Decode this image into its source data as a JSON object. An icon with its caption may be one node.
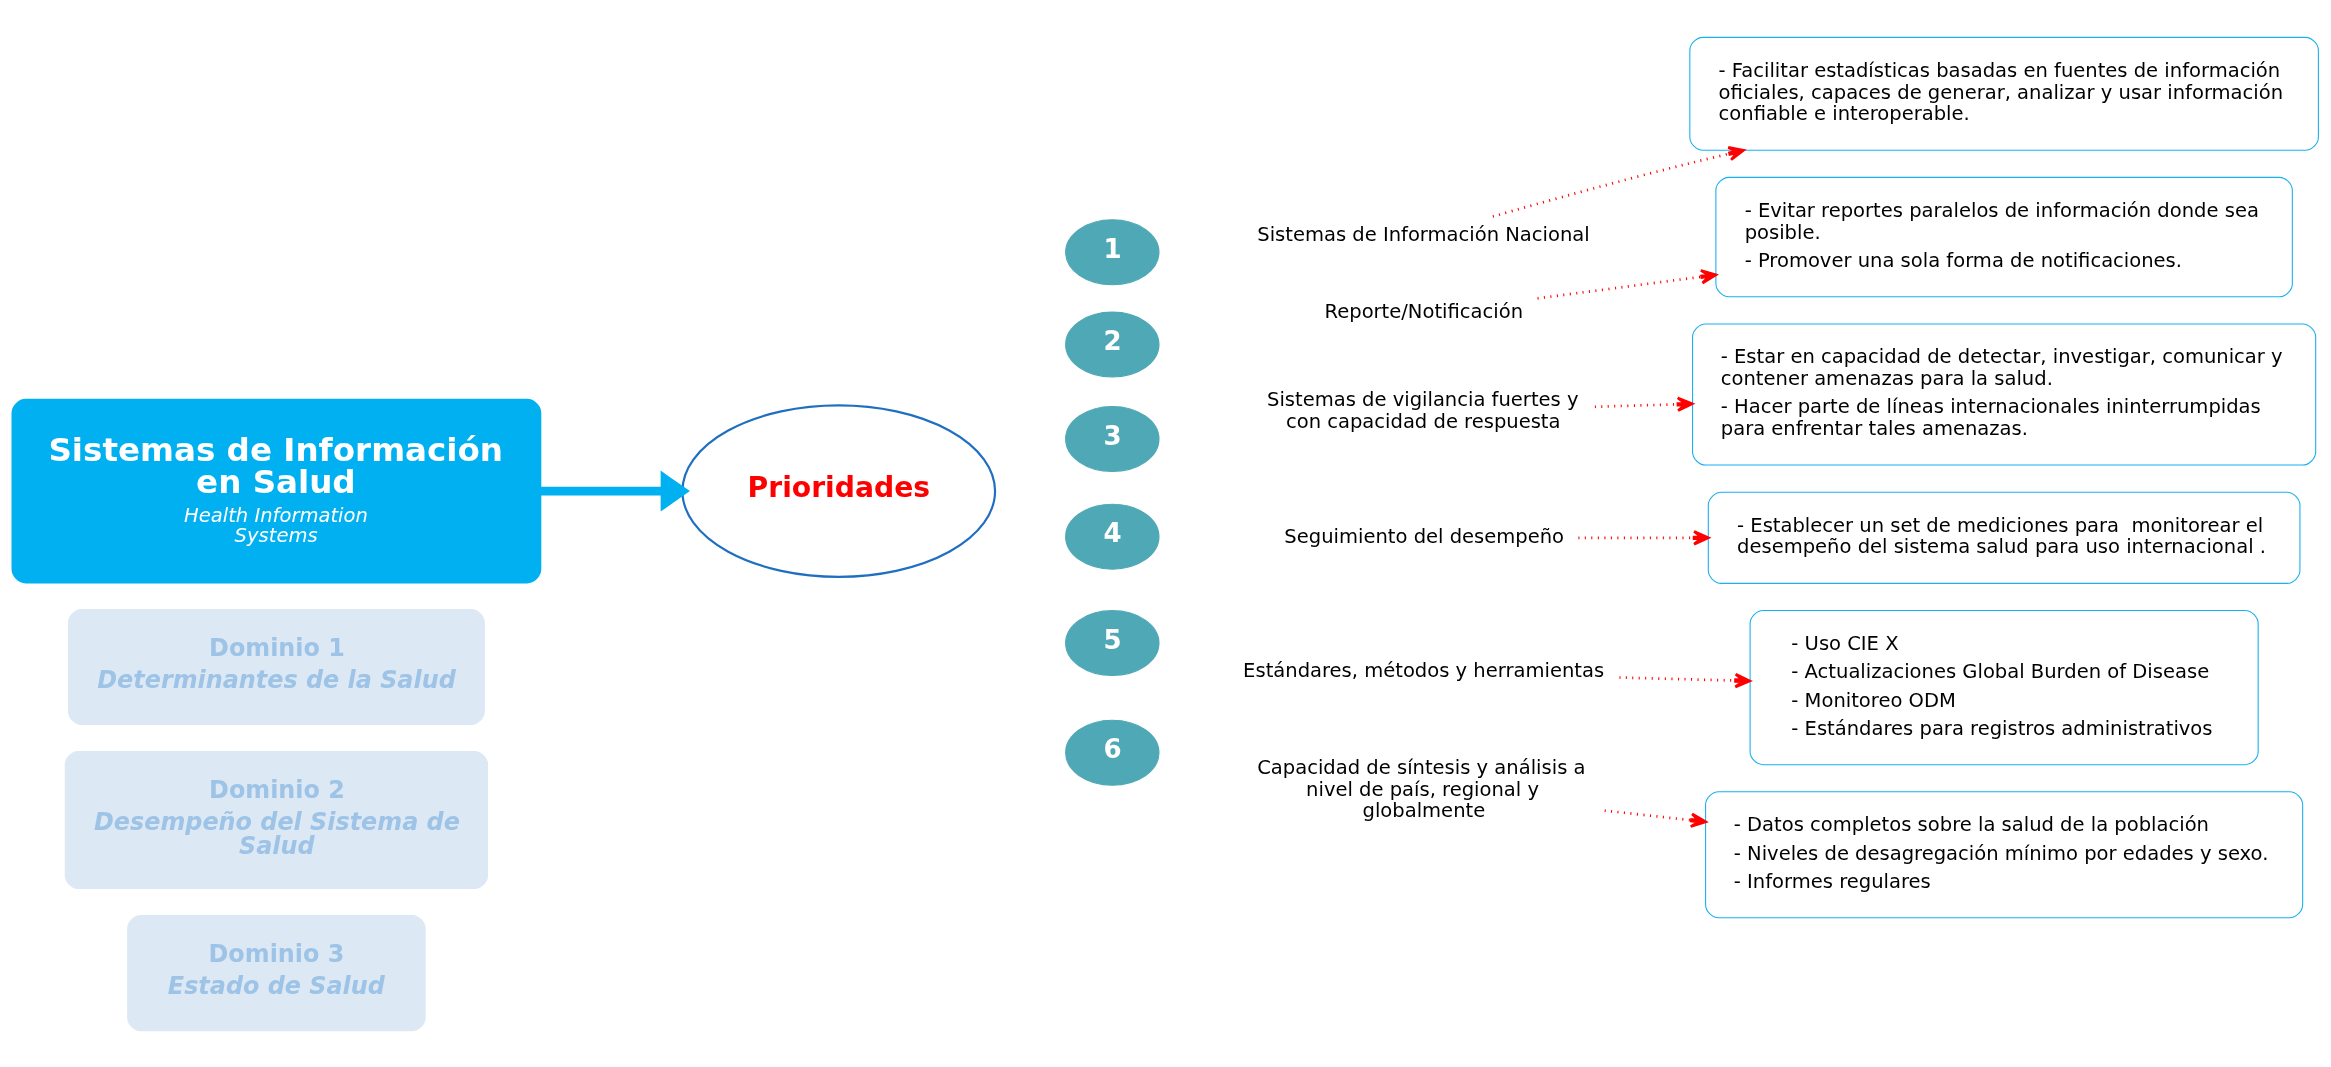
{
  "diagram": {
    "nodes": [
      {
        "text": [
          "Sistemas de Información en Salud",
          "Health Information Systems"
        ]
      },
      {
        "text": [
          "Dominio 1",
          "Determinantes de la Salud"
        ]
      },
      {
        "text": [
          "Dominio 2",
          "Desempeño del Sistema de Salud"
        ]
      },
      {
        "text": [
          "Dominio 3",
          "Estado de Salud"
        ]
      },
      {
        "text": [
          "Prioridades"
        ]
      },
      {
        "text": [
          "1"
        ]
      },
      {
        "text": [
          "2"
        ]
      },
      {
        "text": [
          "3"
        ]
      },
      {
        "text": [
          "4"
        ]
      },
      {
        "text": [
          "5"
        ]
      },
      {
        "text": [
          "6"
        ]
      },
      {
        "text": [
          "Sistemas de Información Nacional"
        ]
      },
      {
        "text": [
          "Reporte/Notificación"
        ]
      },
      {
        "text": [
          "Sistemas de vigilancia fuertes y con capacidad de respuesta"
        ]
      },
      {
        "text": [
          "Seguimiento del desempeño"
        ]
      },
      {
        "text": [
          "Estándares, métodos y herramientas"
        ]
      },
      {
        "text": [
          "Capacidad de síntesis y análisis a nivel de país, regional y globalmente"
        ]
      },
      {
        "text": [
          "- Facilitar estadísticas basadas en fuentes de información oficiales, capaces de generar, analizar y usar información confiable e interoperable."
        ]
      },
      {
        "text": [
          "- Evitar reportes paralelos de información donde sea posible.",
          "- Promover una sola forma de notificaciones."
        ]
      },
      {
        "text": [
          "- Estar en capacidad de detectar, investigar, comunicar y contener amenazas para la salud.",
          "- Hacer parte de líneas internacionales ininterrumpidas para enfrentar tales amenazas."
        ]
      },
      {
        "text": [
          "- Establecer un set de mediciones para  monitorear el desempeño del sistema salud para uso internacional ."
        ]
      },
      {
        "text": [
          "- Uso CIE X",
          "- Actualizaciones Global Burden of Disease",
          "- Monitoreo ODM",
          "- Estándares para registros administrativos"
        ]
      },
      {
        "text": [
          "- Datos completos sobre la salud de la población",
          "- Niveles de desagregación mínimo por edades y sexo.",
          "- Informes regulares"
        ]
      }
    ],
    "edges": [
      {
        "from": 0,
        "to": 4,
        "arrow": "to",
        "style": "thick",
        "color": "#00b0f0"
      },
      {
        "from": 11,
        "to": 17,
        "arrow": "to",
        "style": "dashed"
      },
      {
        "from": 12,
        "to": 18,
        "arrow": "to",
        "style": "dashed"
      },
      {
        "from": 13,
        "to": 19,
        "arrow": "to",
        "style": "dashed"
      },
      {
        "from": 14,
        "to": 20,
        "arrow": "to",
        "style": "dashed"
      },
      {
        "from": 15,
        "to": 21,
        "arrow": "to",
        "style": "dashed"
      },
      {
        "from": 16,
        "to": 22,
        "arrow": "to",
        "style": "dashed"
      }
    ]
  }
}
